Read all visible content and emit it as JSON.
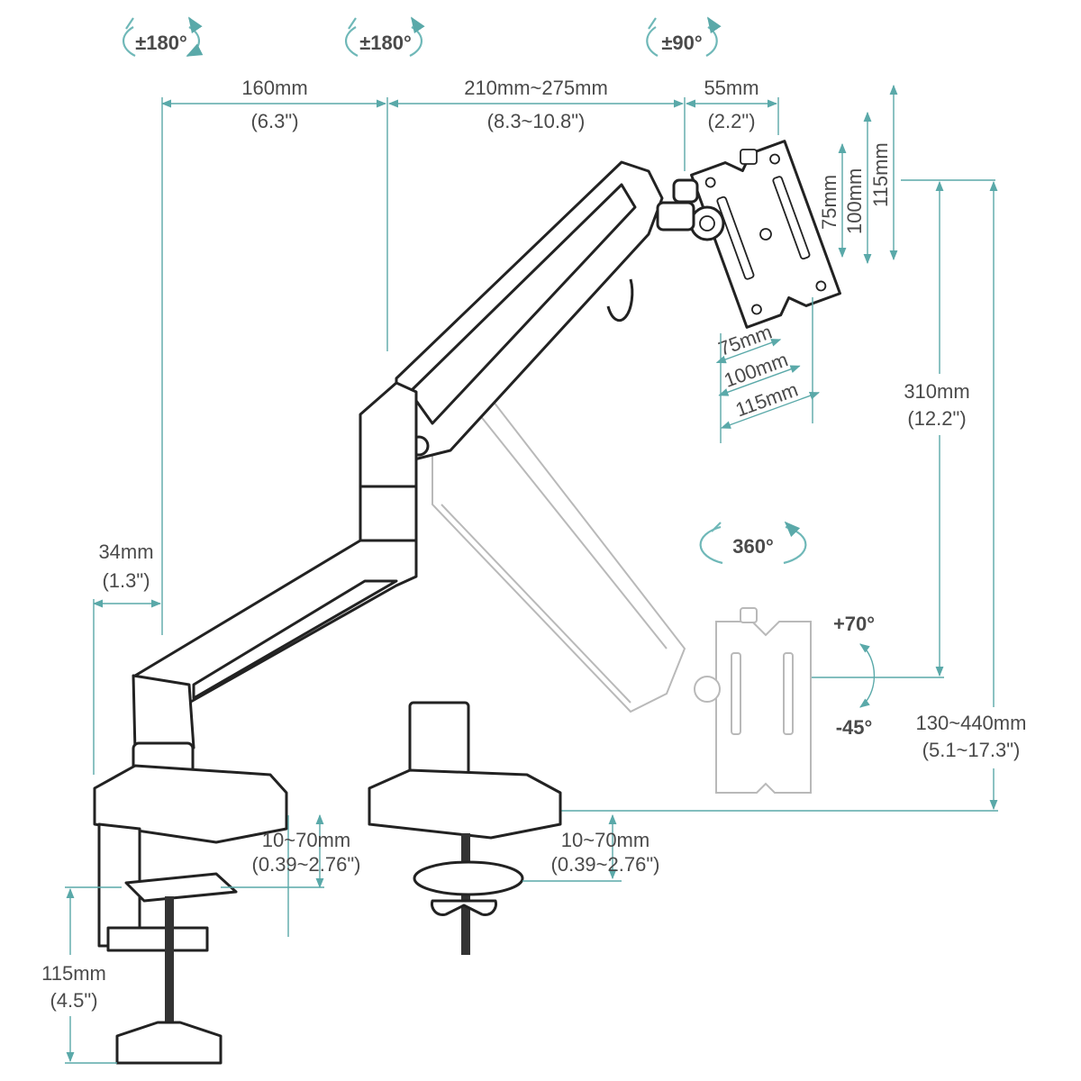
{
  "rotations": {
    "base_swivel": "±180°",
    "elbow_swivel": "±180°",
    "rotate": "±90°",
    "vesa_360": "360°",
    "tilt_up": "+70°",
    "tilt_down": "-45°"
  },
  "dimensions": {
    "arm1_mm": "160mm",
    "arm1_in": "(6.3\")",
    "arm2_mm": "210mm~275mm",
    "arm2_in": "(8.3~10.8\")",
    "head_mm": "55mm",
    "head_in": "(2.2\")",
    "offset_mm": "34mm",
    "offset_in": "(1.3\")",
    "vesa_75": "75mm",
    "vesa_100": "100mm",
    "vesa_115": "115mm",
    "vesa_h75": "75mm",
    "vesa_h100": "100mm",
    "vesa_h115": "115mm",
    "height_mm": "310mm",
    "height_in": "(12.2\")",
    "range_mm": "130~440mm",
    "range_in": "(5.1~17.3\")",
    "clamp_mm": "10~70mm",
    "clamp_in": "(0.39~2.76\")",
    "grommet_mm": "10~70mm",
    "grommet_in": "(0.39~2.76\")",
    "clamp_depth_mm": "115mm",
    "clamp_depth_in": "(4.5\")"
  },
  "colors": {
    "dimension_line": "#5aa9a9",
    "outline": "#222222",
    "ghost_outline": "#b9b9b9",
    "text": "#4a4a4a"
  }
}
